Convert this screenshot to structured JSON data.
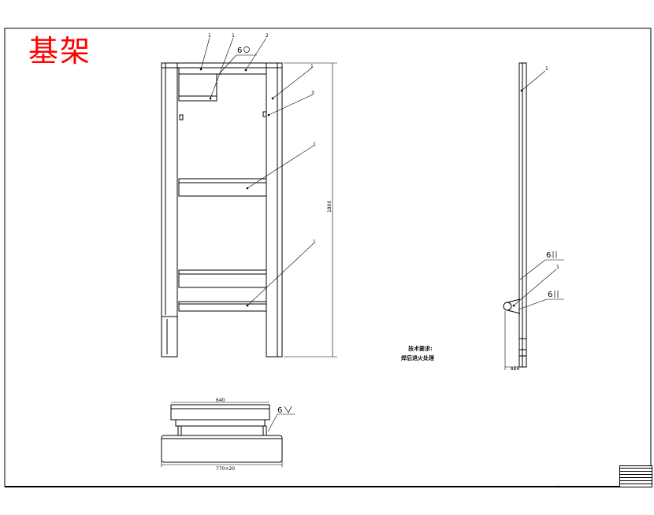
{
  "title": "基架",
  "notes": {
    "heading": "技术要求:",
    "line1": "焊后退火处理"
  },
  "front_view": {
    "callouts": [
      "1",
      "1",
      "2",
      "1",
      "3",
      "1",
      "1"
    ],
    "weld_symbol": "6",
    "height_dim": "1800"
  },
  "side_view": {
    "callouts": [
      "1",
      "1"
    ],
    "weld_symbols": [
      "6",
      "6"
    ],
    "width_dim": "вВ6"
  },
  "bottom_view": {
    "top_dim": "640",
    "bottom_dim": "770×20",
    "weld_symbol": "6"
  },
  "colors": {
    "title": "#ff0000",
    "line": "#000000",
    "background": "#ffffff"
  }
}
